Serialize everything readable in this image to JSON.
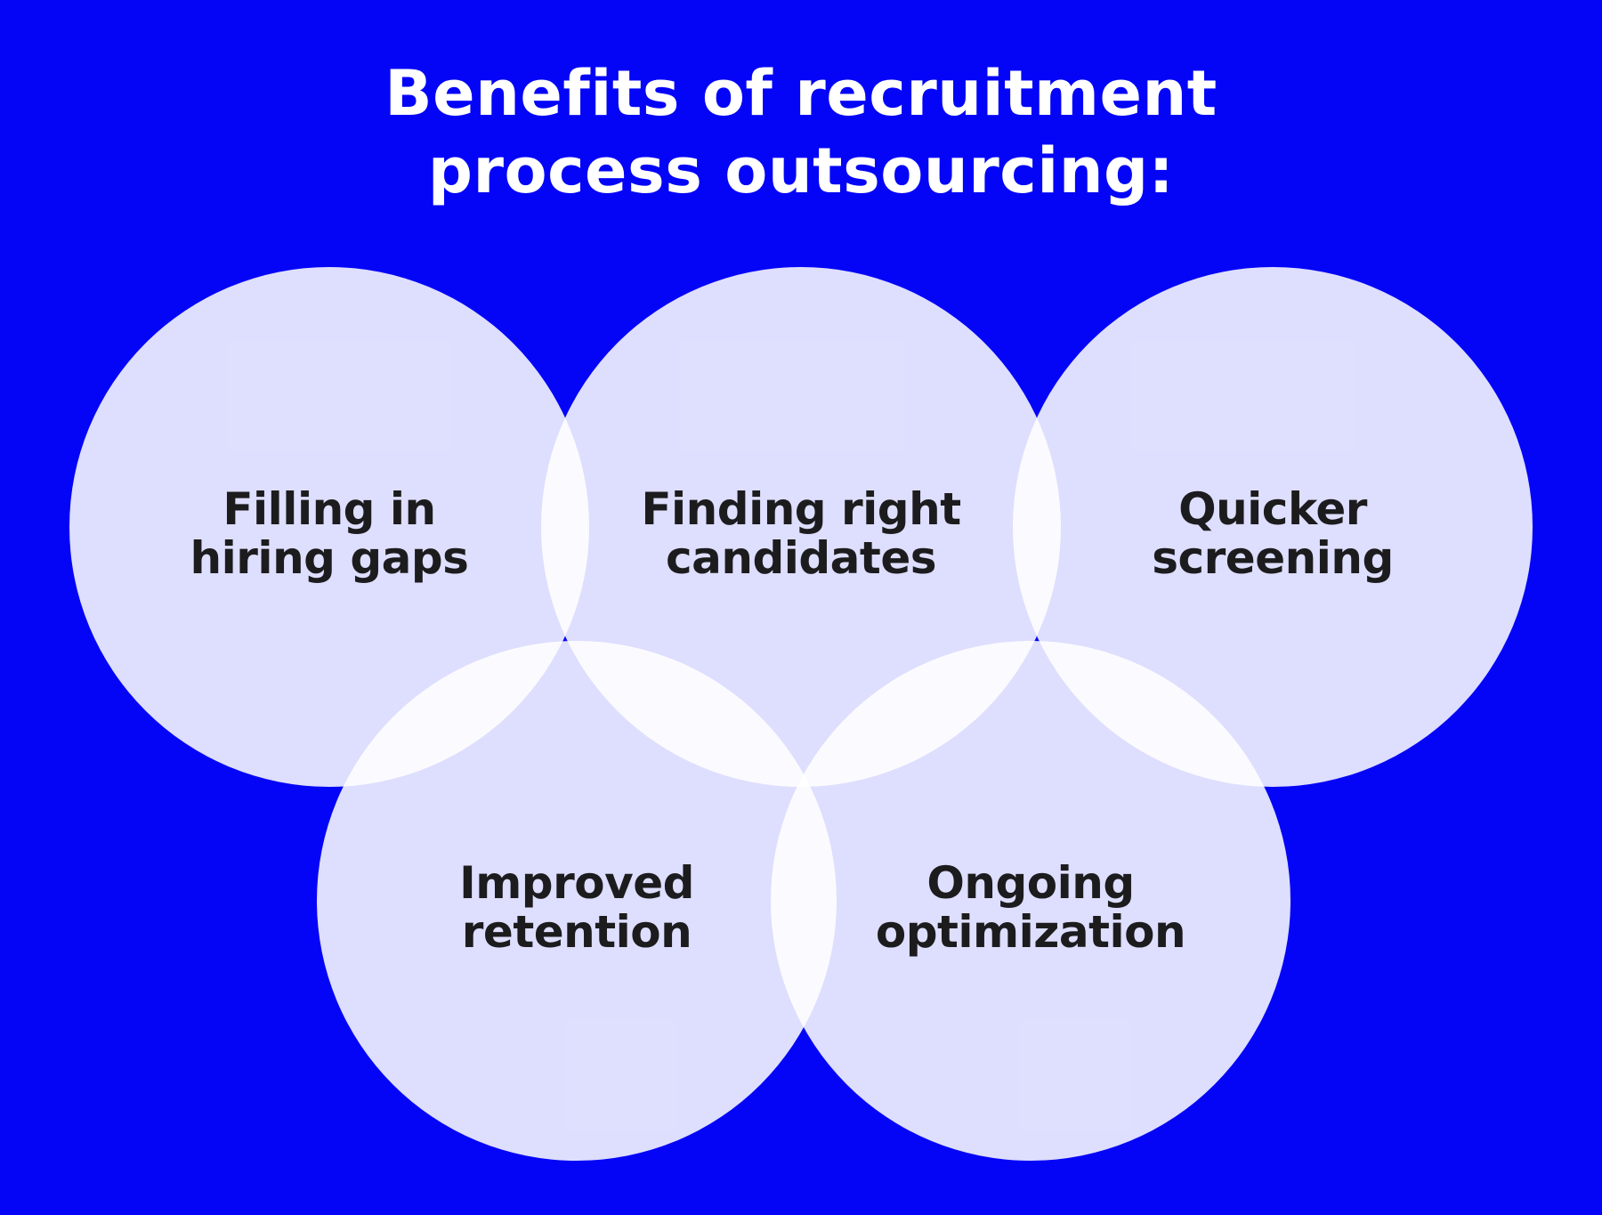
{
  "title": {
    "lines": [
      "Benefits of recruitment",
      "process outsourcing:"
    ]
  },
  "circles": [
    {
      "name": "filling-in-hiring-gaps",
      "lines": [
        "Filling in",
        "hiring gaps"
      ]
    },
    {
      "name": "finding-right-candidates",
      "lines": [
        "Finding right",
        "candidates"
      ]
    },
    {
      "name": "quicker-screening",
      "lines": [
        "Quicker",
        "screening"
      ]
    },
    {
      "name": "improved-retention",
      "lines": [
        "Improved",
        "retention"
      ]
    },
    {
      "name": "ongoing-optimization",
      "lines": [
        "Ongoing",
        "optimization"
      ]
    }
  ],
  "colors": {
    "background": "#0405F7",
    "circle_fill": "rgba(255,255,255,0.87)",
    "title_text": "#FFFFFF",
    "label_text": "#1C1C1E"
  }
}
